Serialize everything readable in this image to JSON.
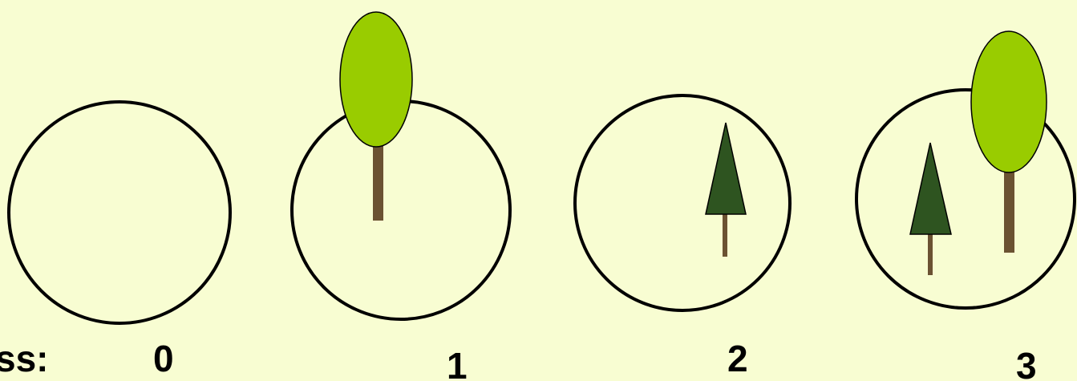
{
  "prefix_label": "ss:",
  "panels": [
    {
      "label": "0",
      "broadleaf_trees": 0,
      "conifer_trees": 0
    },
    {
      "label": "1",
      "broadleaf_trees": 1,
      "conifer_trees": 0
    },
    {
      "label": "2",
      "broadleaf_trees": 0,
      "conifer_trees": 1
    },
    {
      "label": "3",
      "broadleaf_trees": 1,
      "conifer_trees": 1
    }
  ],
  "colors": {
    "background": "#f8fdd2",
    "circle_stroke": "#000000",
    "broadleaf_crown": "#99cc00",
    "conifer_crown": "#2e5420",
    "trunk": "#6b5232"
  }
}
